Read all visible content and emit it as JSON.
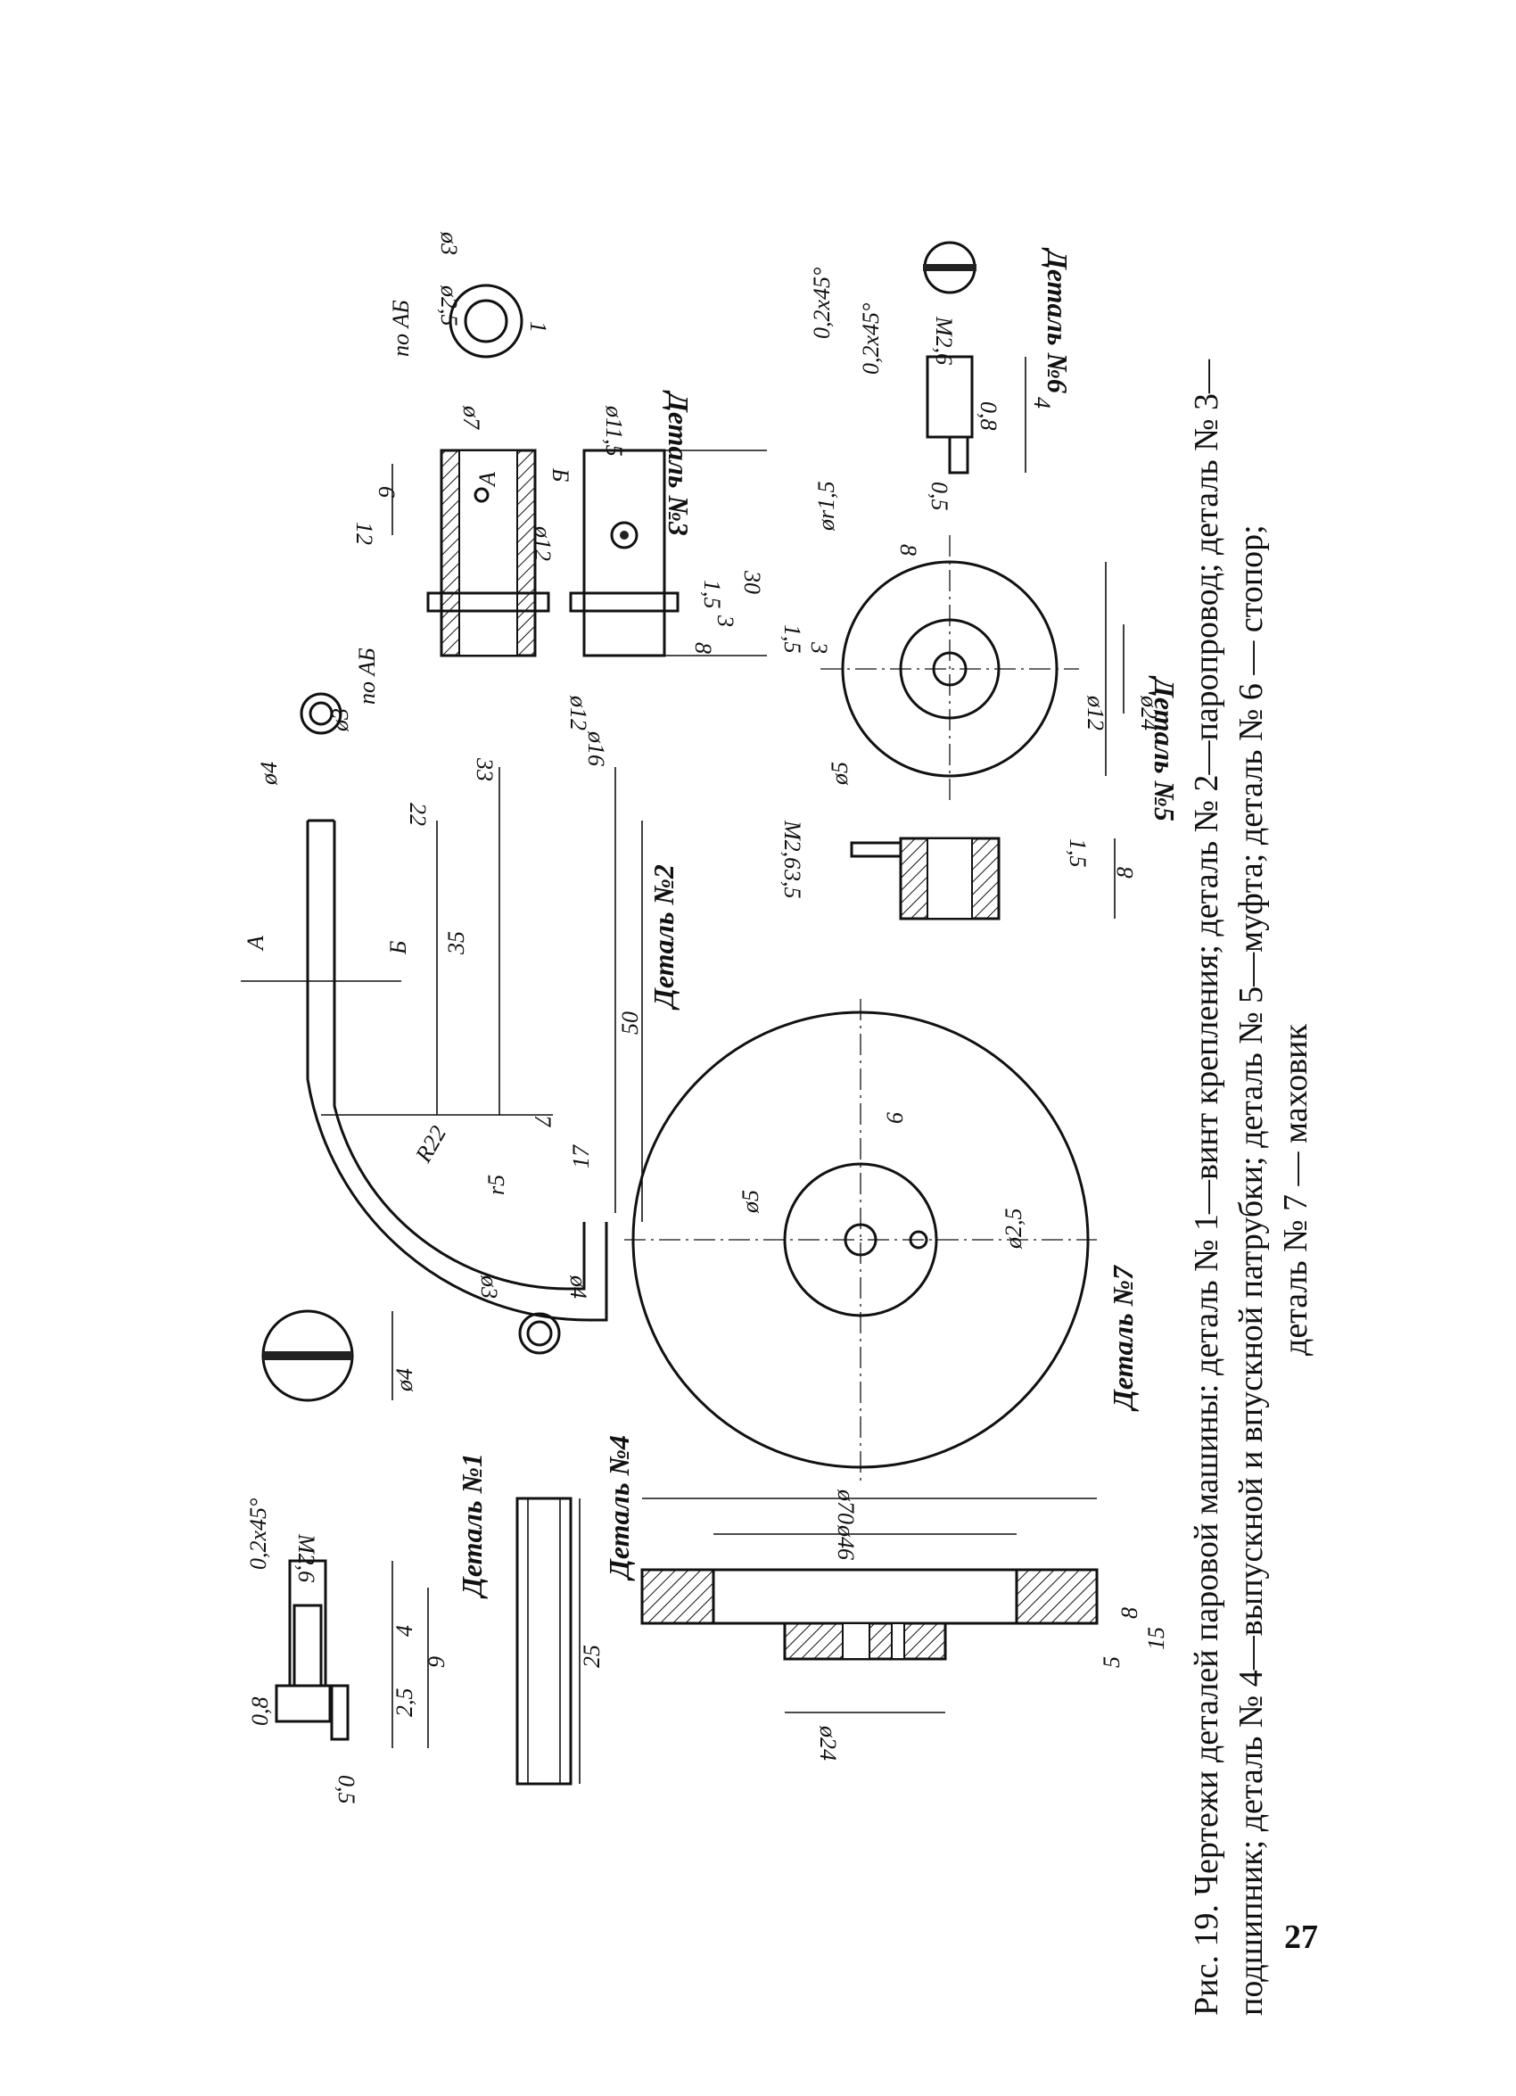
{
  "caption": {
    "line1": "Рис. 19. Чертежи деталей паровой машины: деталь № 1—винт крепления; деталь № 2—паропровод; деталь № 3—",
    "line2": "подшипник; деталь № 4—выпускной и впускной патрубки; деталь № 5—муфта; деталь № 6 — стопор;",
    "line3": "деталь № 7 — маховик"
  },
  "page_number": "27",
  "parts": {
    "p1": {
      "title": "Деталь №1",
      "dims": [
        "0,8",
        "0,5",
        "2,5",
        "9",
        "4",
        "0,2x45°",
        "M2,6",
        "ø4"
      ]
    },
    "p2": {
      "title": "Деталь №2",
      "dims": [
        "33",
        "22",
        "35",
        "50",
        "7",
        "17",
        "r5",
        "R22",
        "ø4",
        "ø3",
        "по АБ",
        "A",
        "Б"
      ]
    },
    "p3": {
      "title": "Деталь №3",
      "dims": [
        "12",
        "6",
        "ø7",
        "ø11,5",
        "ø12",
        "30",
        "1,5",
        "3",
        "8",
        "ø12",
        "ø16",
        "по АБ",
        "ø2,5",
        "ø3",
        "A",
        "Б",
        "1"
      ]
    },
    "p4": {
      "title": "Деталь №4",
      "dims": [
        "25",
        "ø3",
        "ø4"
      ]
    },
    "p5": {
      "title": "Деталь №5",
      "dims": [
        "8",
        "ø24",
        "ø12",
        "ø5",
        "ør1,5",
        "3",
        "1,5",
        "M2,6",
        "3,5",
        "1,5",
        "8"
      ]
    },
    "p6": {
      "title": "Деталь №6",
      "dims": [
        "0,2x45°",
        "0,2x45°",
        "M2,6",
        "0,8",
        "4",
        "0,5"
      ]
    },
    "p7": {
      "title": "Деталь №7",
      "dims": [
        "ø70",
        "ø46",
        "ø24",
        "8",
        "5",
        "15",
        "ø5",
        "6",
        "ø2,5"
      ]
    }
  }
}
